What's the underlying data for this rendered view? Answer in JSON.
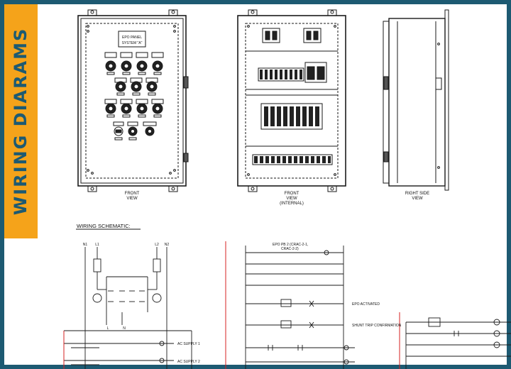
{
  "banner": {
    "title": "WIRING DIARAMS"
  },
  "colors": {
    "frame": "#1d5a72",
    "banner": "#f5a31a",
    "line": "#1a1a1a",
    "phase": "#d62020"
  },
  "views": {
    "front": {
      "label_1": "FRONT",
      "label_2": "VIEW",
      "nameplate_1": "EPO PANEL",
      "nameplate_2": "SYSTEM \"A\""
    },
    "internal": {
      "label_1": "FRONT",
      "label_2": "VIEW",
      "label_3": "(INTERNAL)"
    },
    "side": {
      "label_1": "RIGHT SIDE",
      "label_2": "VIEW"
    }
  },
  "schematic": {
    "title": "WIRING SCHEMATIC:",
    "terminals": [
      "N1",
      "L1",
      "L2",
      "N2"
    ],
    "bus_labels": [
      "L",
      "N"
    ],
    "supply_labels": [
      "AC SUPPLY 1",
      "AC SUPPLY 2"
    ],
    "pb_label_1": "EPO PB 2 (CRAC-2-1,",
    "pb_label_2": "CRAC-2-2)",
    "output_labels": [
      "EPO ACTIVATED",
      "SHUNT TRIP CONFIRMATION"
    ]
  }
}
